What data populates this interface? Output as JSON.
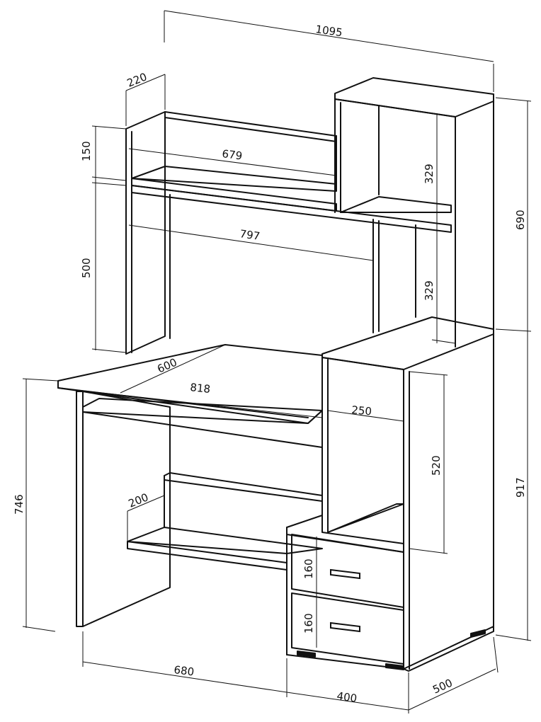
{
  "drawing": {
    "subject": "Computer desk with hutch, keyboard tray and drawers",
    "line_color": "#111111",
    "background": "#ffffff",
    "units": "mm"
  },
  "dimensions": {
    "overall_width": "1095",
    "hutch_depth": "220",
    "top_shelf_height": "150",
    "hutch_shelf_width": "679",
    "hutch_height": "500",
    "hutch_inner_width": "797",
    "tower_upper_section": "329",
    "tower_lower_section": "329",
    "hutch_total_height": "690",
    "desk_depth": "600",
    "desk_top_width": "818",
    "desk_height": "746",
    "cabinet_niche_width": "250",
    "cabinet_niche_height": "520",
    "cabinet_total_height": "917",
    "footrest_panel": "200",
    "drawer_upper_height": "160",
    "drawer_lower_height": "160",
    "base_width": "680",
    "cabinet_width": "400",
    "cabinet_depth": "500"
  },
  "icons": {
    "drawer_handle": "drawer-handle-icon"
  }
}
